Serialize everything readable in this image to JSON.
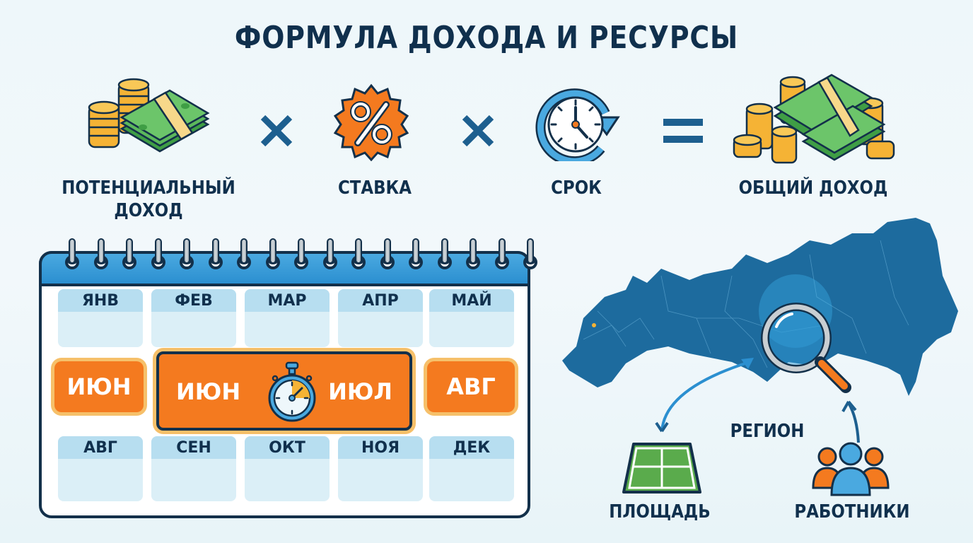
{
  "title": "ФОРМУЛА ДОХОДА И РЕСУРСЫ",
  "formula": {
    "terms": [
      {
        "label_line1": "ПОТЕНЦИАЛЬНЫЙ",
        "label_line2": "ДОХОД",
        "icon": "money-coins-icon"
      },
      {
        "label_line1": "СТАВКА",
        "icon": "percent-badge-icon"
      },
      {
        "label_line1": "СРОК",
        "icon": "clock-refresh-icon"
      },
      {
        "label_line1": "ОБЩИЙ ДОХОД",
        "icon": "money-stack-icon"
      }
    ],
    "operators": [
      "×",
      "×",
      "="
    ]
  },
  "calendar": {
    "top_row": [
      "ЯНВ",
      "ФЕВ",
      "МАР",
      "АПР",
      "МАЙ"
    ],
    "highlight_row": {
      "left": "ИЮН",
      "center_start": "ИЮН",
      "center_end": "ИЮЛ",
      "right": "АВГ"
    },
    "bottom_row": [
      "АВГ",
      "СЕН",
      "ОКТ",
      "НОЯ",
      "ДЕК"
    ]
  },
  "map": {
    "center_label": "РЕГИОН",
    "left_label": "ПЛОЩАДЬ",
    "right_label": "РАБОТНИКИ"
  },
  "colors": {
    "navy": "#10304d",
    "accent_blue": "#2b8fd0",
    "orange": "#f47a1f",
    "green": "#3f9e45",
    "gold": "#f5b335",
    "map_blue": "#1d6b9e"
  }
}
